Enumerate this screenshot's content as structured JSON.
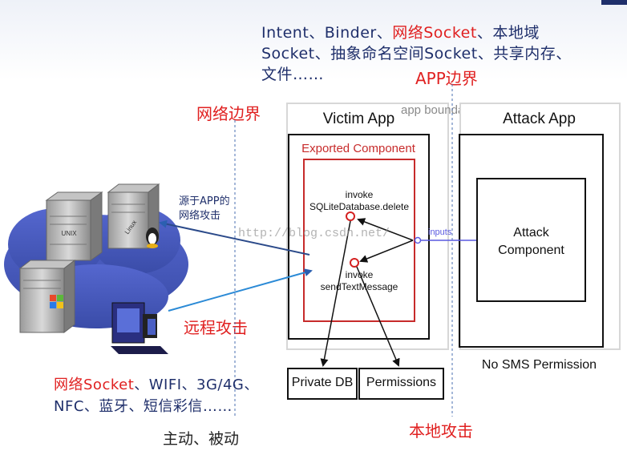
{
  "header": {
    "ipc_red_1": "网络Socket",
    "ipc_part_1": "Intent、Binder、",
    "ipc_part_2": "、本地域",
    "ipc_line_2": "Socket、抽象命名空间Socket、共享内存、",
    "ipc_line_3": "文件……"
  },
  "labels": {
    "app_boundary_cn": "APP边界",
    "network_boundary": "网络边界",
    "app_boundary_en": "app boundary",
    "app_origin_attack_line1": "源于APP的",
    "app_origin_attack_line2": "网络攻击",
    "remote_attack": "远程攻击",
    "local_attack": "本地攻击",
    "active_passive": "主动、被动",
    "inputs": "inputs",
    "watermark": "http://blog.csdn.net/"
  },
  "victim": {
    "title": "Victim App",
    "exported_component": "Exported Component",
    "invoke_1": "invoke",
    "call_1": "SQLiteDatabase.delete",
    "invoke_2": "invoke",
    "call_2": "sendTextMessage",
    "private_db": "Private DB",
    "permissions": "Permissions"
  },
  "attacker": {
    "title": "Attack App",
    "component_line1": "Attack",
    "component_line2": "Component",
    "no_sms": "No SMS Permission"
  },
  "servers": {
    "unix": "UNIX",
    "linux": "Linux"
  },
  "bottom": {
    "red_part": "网络Socket",
    "line_1_rest": "、WIFI、3G/4G、",
    "line_2": "NFC、蓝牙、短信彩信……"
  },
  "colors": {
    "accent_red": "#e02020",
    "text_navy": "#1f2f6b",
    "cloud_blue": "#4a5fc4",
    "link_blue": "#2b8ad6"
  }
}
